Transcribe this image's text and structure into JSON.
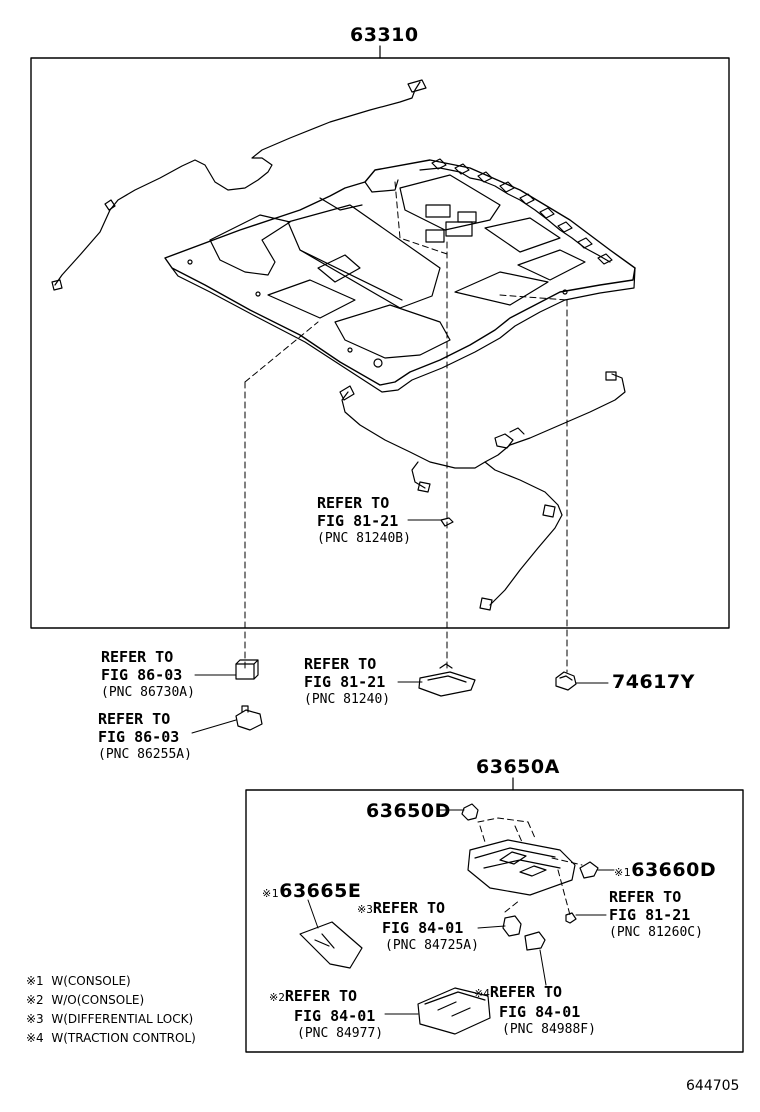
{
  "main_part": "63310",
  "callouts": {
    "ref_top": {
      "line1": "REFER TO",
      "line2": "FIG 81-21",
      "line3": "(PNC 81240B)"
    },
    "ref_86730": {
      "line1": "REFER TO",
      "line2": "FIG 86-03",
      "line3": "(PNC 86730A)"
    },
    "ref_86255": {
      "line1": "REFER TO",
      "line2": "FIG 86-03",
      "line3": "(PNC 86255A)"
    },
    "ref_81240": {
      "line1": "REFER TO",
      "line2": "FIG 81-21",
      "line3": "(PNC 81240)"
    },
    "ref_84725": {
      "mark": "※3",
      "line1": "REFER TO",
      "line2": "FIG 84-01",
      "line3": "(PNC 84725A)"
    },
    "ref_81260": {
      "line1": "REFER TO",
      "line2": "FIG 81-21",
      "line3": "(PNC 81260C)"
    },
    "ref_84977": {
      "mark": "※2",
      "line1": "REFER TO",
      "line2": "FIG 84-01",
      "line3": "(PNC 84977)"
    },
    "ref_84988": {
      "mark": "※4",
      "line1": "REFER TO",
      "line2": "FIG 84-01",
      "line3": "(PNC 84988F)"
    }
  },
  "parts": {
    "p74617Y": "74617Y",
    "p63650A": "63650A",
    "p63650D": "63650D",
    "p63660D": "63660D",
    "p63660D_mark": "※1",
    "p63665E": "63665E",
    "p63665E_mark": "※1"
  },
  "legend": [
    {
      "mark": "※1",
      "text": "W(CONSOLE)"
    },
    {
      "mark": "※2",
      "text": "W/O(CONSOLE)"
    },
    {
      "mark": "※3",
      "text": "W(DIFFERENTIAL LOCK)"
    },
    {
      "mark": "※4",
      "text": "W(TRACTION CONTROL)"
    }
  ],
  "figure_number": "644705"
}
